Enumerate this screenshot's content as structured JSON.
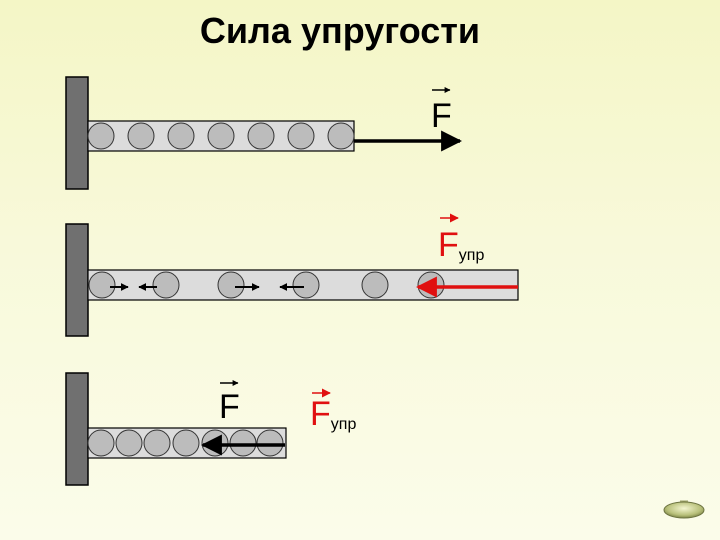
{
  "title": "Сила упругости",
  "labels": {
    "force": "F",
    "elastic_force_main": "F",
    "elastic_force_sub": "упр"
  },
  "colors": {
    "background": "#f6f8cc",
    "wall": "#707070",
    "rod": "#dcdcdc",
    "ball": "#bcbcbc",
    "outline": "#000000",
    "force_arrow": "#000000",
    "elastic_arrow": "#e01010"
  },
  "nav": {
    "icon": "oval-nav-button"
  }
}
